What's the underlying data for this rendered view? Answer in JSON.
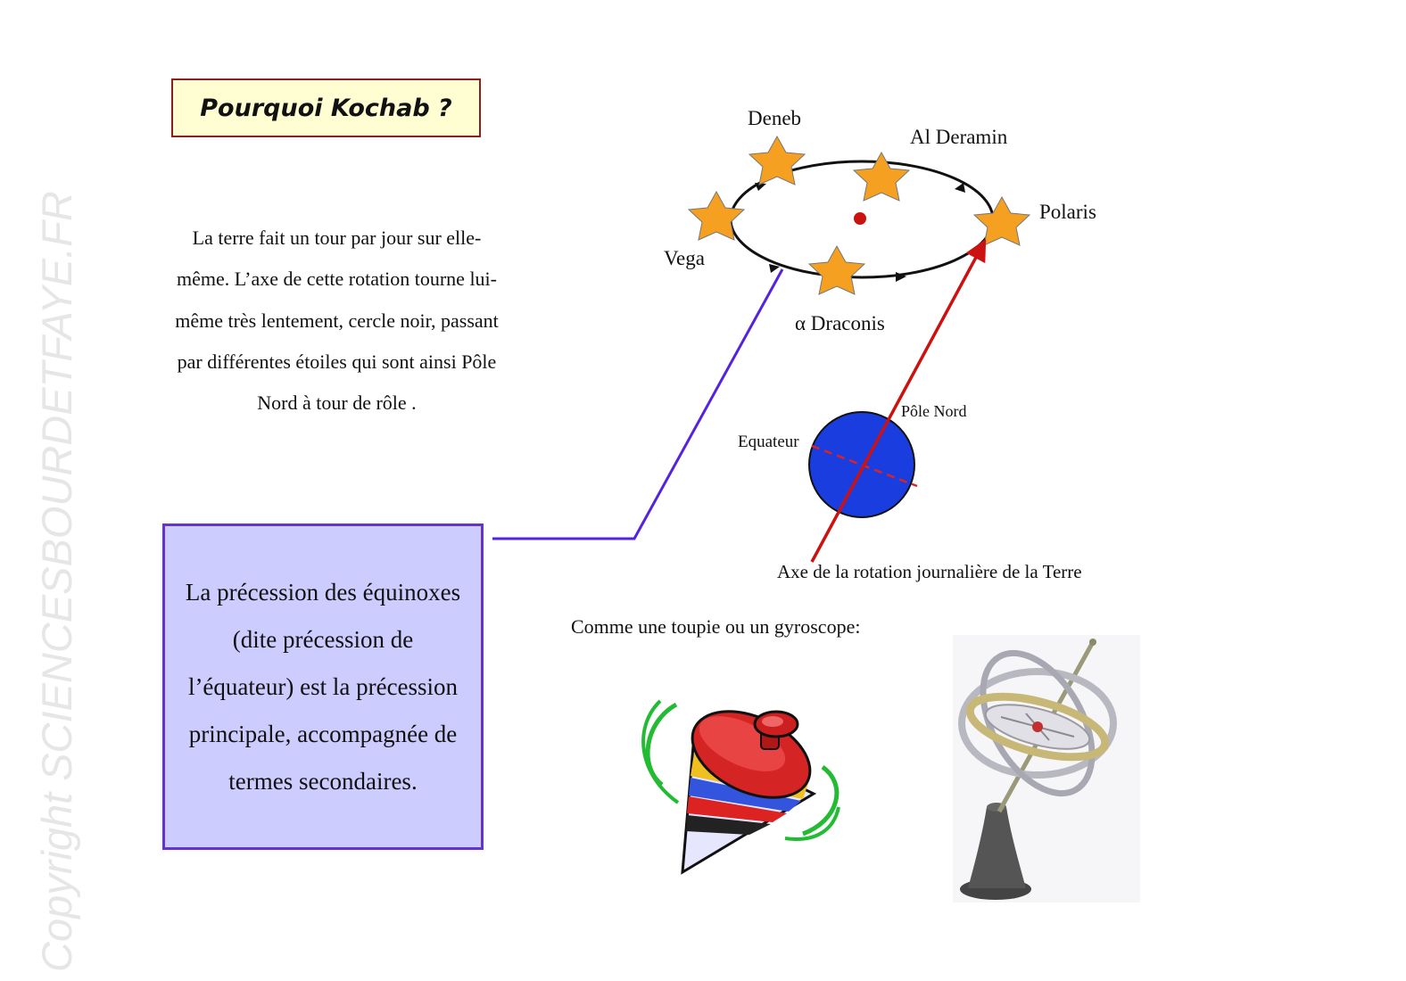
{
  "watermark": "Copyright SCIENCESBOURDETFAYE.FR",
  "title": "Pourquoi Kochab ?",
  "intro_text": "La terre fait un tour par jour sur elle-même. L’axe de cette rotation tourne lui-même très lentement, cercle noir, passant par différentes étoiles qui sont ainsi Pôle Nord à tour de rôle .",
  "note_text": "La précession des équinoxes (dite précession de l’équateur) est la précession principale, accompagnée de termes secondaires.",
  "diagram": {
    "stars": {
      "deneb": "Deneb",
      "al_deramin": "Al Deramin",
      "polaris": "Polaris",
      "vega": "Vega",
      "alpha_draconis": "α Draconis"
    },
    "earth": {
      "north_pole": "Pôle Nord",
      "equator": "Equateur",
      "axis_caption": "Axe de la rotation journalière de la Terre"
    },
    "colors": {
      "star": "#f5a020",
      "earth": "#1a3de0",
      "axis": "#cc1111",
      "connector": "#5522dd"
    }
  },
  "gyro_caption": "Comme une toupie ou un gyroscope:"
}
